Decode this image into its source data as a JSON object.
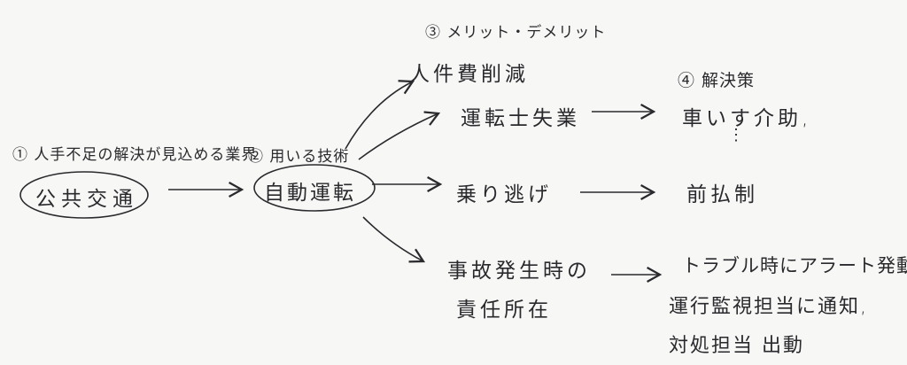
{
  "step1": {
    "label": "① 人手不足の解決が見込める業界",
    "answer": "公共交通"
  },
  "step2": {
    "label": "② 用いる技術",
    "answer": "自動運転"
  },
  "step3": {
    "label": "③ メリット・デメリット",
    "items": [
      "人件費削減",
      "運転士失業",
      "乗り逃げ",
      "事故発生時の",
      "責任所在"
    ]
  },
  "step4": {
    "label": "④ 解決策",
    "items": [
      "車いす介助,",
      "⋮",
      "前払制",
      "トラブル時にアラート発動",
      "運行監視担当に通知,",
      "対処担当 出動"
    ]
  },
  "colors": {
    "ink": "#2a2a2e",
    "paper": "#f7f7f5"
  }
}
